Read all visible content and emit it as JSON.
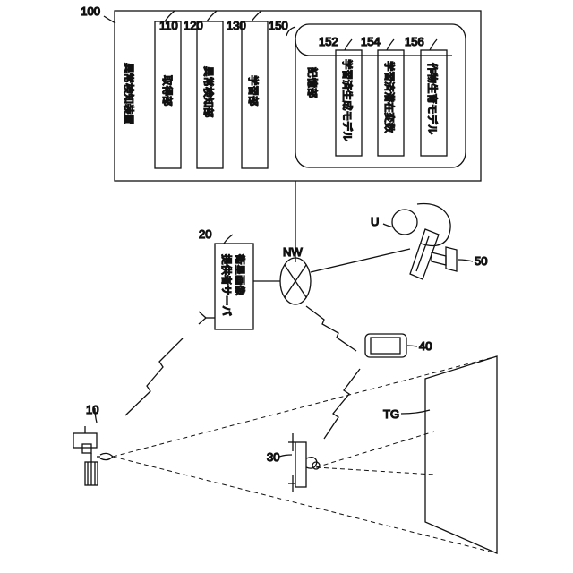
{
  "apparatus": {
    "ref": "100",
    "title": "異常検知装置",
    "units": [
      {
        "ref": "110",
        "label": "取得部"
      },
      {
        "ref": "120",
        "label": "異常検知部"
      },
      {
        "ref": "130",
        "label": "学習部"
      }
    ],
    "storage": {
      "ref": "150",
      "label": "記憶部",
      "items": [
        {
          "ref": "152",
          "label": "学習済生成モデル"
        },
        {
          "ref": "154",
          "label": "学習済潜在変数"
        },
        {
          "ref": "156",
          "label": "作物生育モデル"
        }
      ]
    }
  },
  "server": {
    "ref": "20",
    "line1": "衛星画像",
    "line2": "提供者サーバ"
  },
  "network": {
    "label": "NW"
  },
  "user": {
    "label": "U"
  },
  "terminal": {
    "ref": "50"
  },
  "phone": {
    "ref": "40"
  },
  "satellite": {
    "ref": "10"
  },
  "drone": {
    "ref": "30"
  },
  "target": {
    "label": "TG"
  }
}
